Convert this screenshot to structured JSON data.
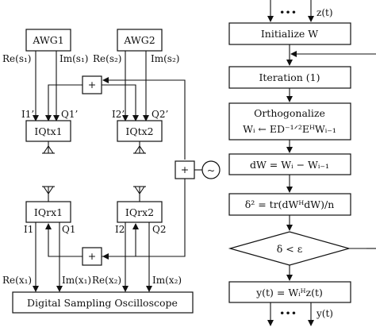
{
  "left": {
    "awg1": "AWG1",
    "awg2": "AWG2",
    "re_s1": "Re(s₁)",
    "im_s1": "Im(s₁)",
    "re_s2": "Re(s₂)",
    "im_s2": "Im(s₂)",
    "i1p": "I1’",
    "q1p": "Q1’",
    "i2p": "I2’",
    "q2p": "Q2’",
    "iqtx1": "IQtx1",
    "iqtx2": "IQtx2",
    "iqrx1": "IQrx1",
    "iqrx2": "IQrx2",
    "i1": "I1",
    "q1": "Q1",
    "i2": "I2",
    "q2": "Q2",
    "plus": "+",
    "osc_symbol": "~",
    "re_x1": "Re(x₁)",
    "im_x1": "Im(x₁)",
    "re_x2": "Re(x₂)",
    "im_x2": "Im(x₂)",
    "dso": "Digital Sampling Oscilloscope"
  },
  "right": {
    "input_dots": "•••",
    "input_z": "z(t)",
    "init": "Initialize W",
    "iteration": "Iteration (1)",
    "orth_title": "Orthogonalize",
    "orth_eq": "Wᵢ ← ED⁻¹ᐟ²EᴴWᵢ₋₁",
    "dw": "dW = Wᵢ − Wᵢ₋₁",
    "delta": "δ² = tr(dWᴴdW)/n",
    "cond": "δ < ε",
    "output": "y(t) = Wᵢᴴz(t)",
    "output_dots": "•••",
    "output_y": "y(t)"
  }
}
